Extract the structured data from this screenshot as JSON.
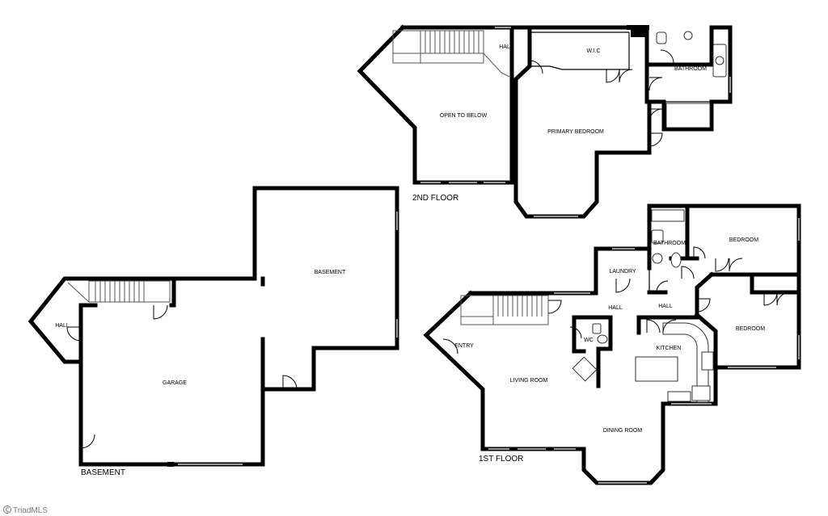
{
  "floors": {
    "basement": "BASEMENT",
    "first": "1ST FLOOR",
    "second": "2ND FLOOR"
  },
  "rooms": {
    "open_to_below": "OPEN TO BELOW",
    "hall_2nd": "HALL",
    "wic": "W.I.C",
    "bathroom_2nd": "BATHROOM",
    "primary_bedroom": "PRIMARY BEDROOM",
    "basement_room": "BASEMENT",
    "hall_basement": "HALL",
    "garage": "GARAGE",
    "bathroom_1st": "BATHROOM",
    "bedroom_1": "BEDROOM",
    "laundry": "LAUNDRY",
    "hall_1st_a": "HALL",
    "hall_1st_b": "HALL",
    "bedroom_2": "BEDROOM",
    "entry": "ENTRY",
    "wc": "WC",
    "kitchen": "KITCHEN",
    "living_room": "LIVING ROOM",
    "dining_room": "DINING ROOM"
  },
  "branding": {
    "watermark": "TriadMLS",
    "logo_icon": "copyright-icon"
  }
}
